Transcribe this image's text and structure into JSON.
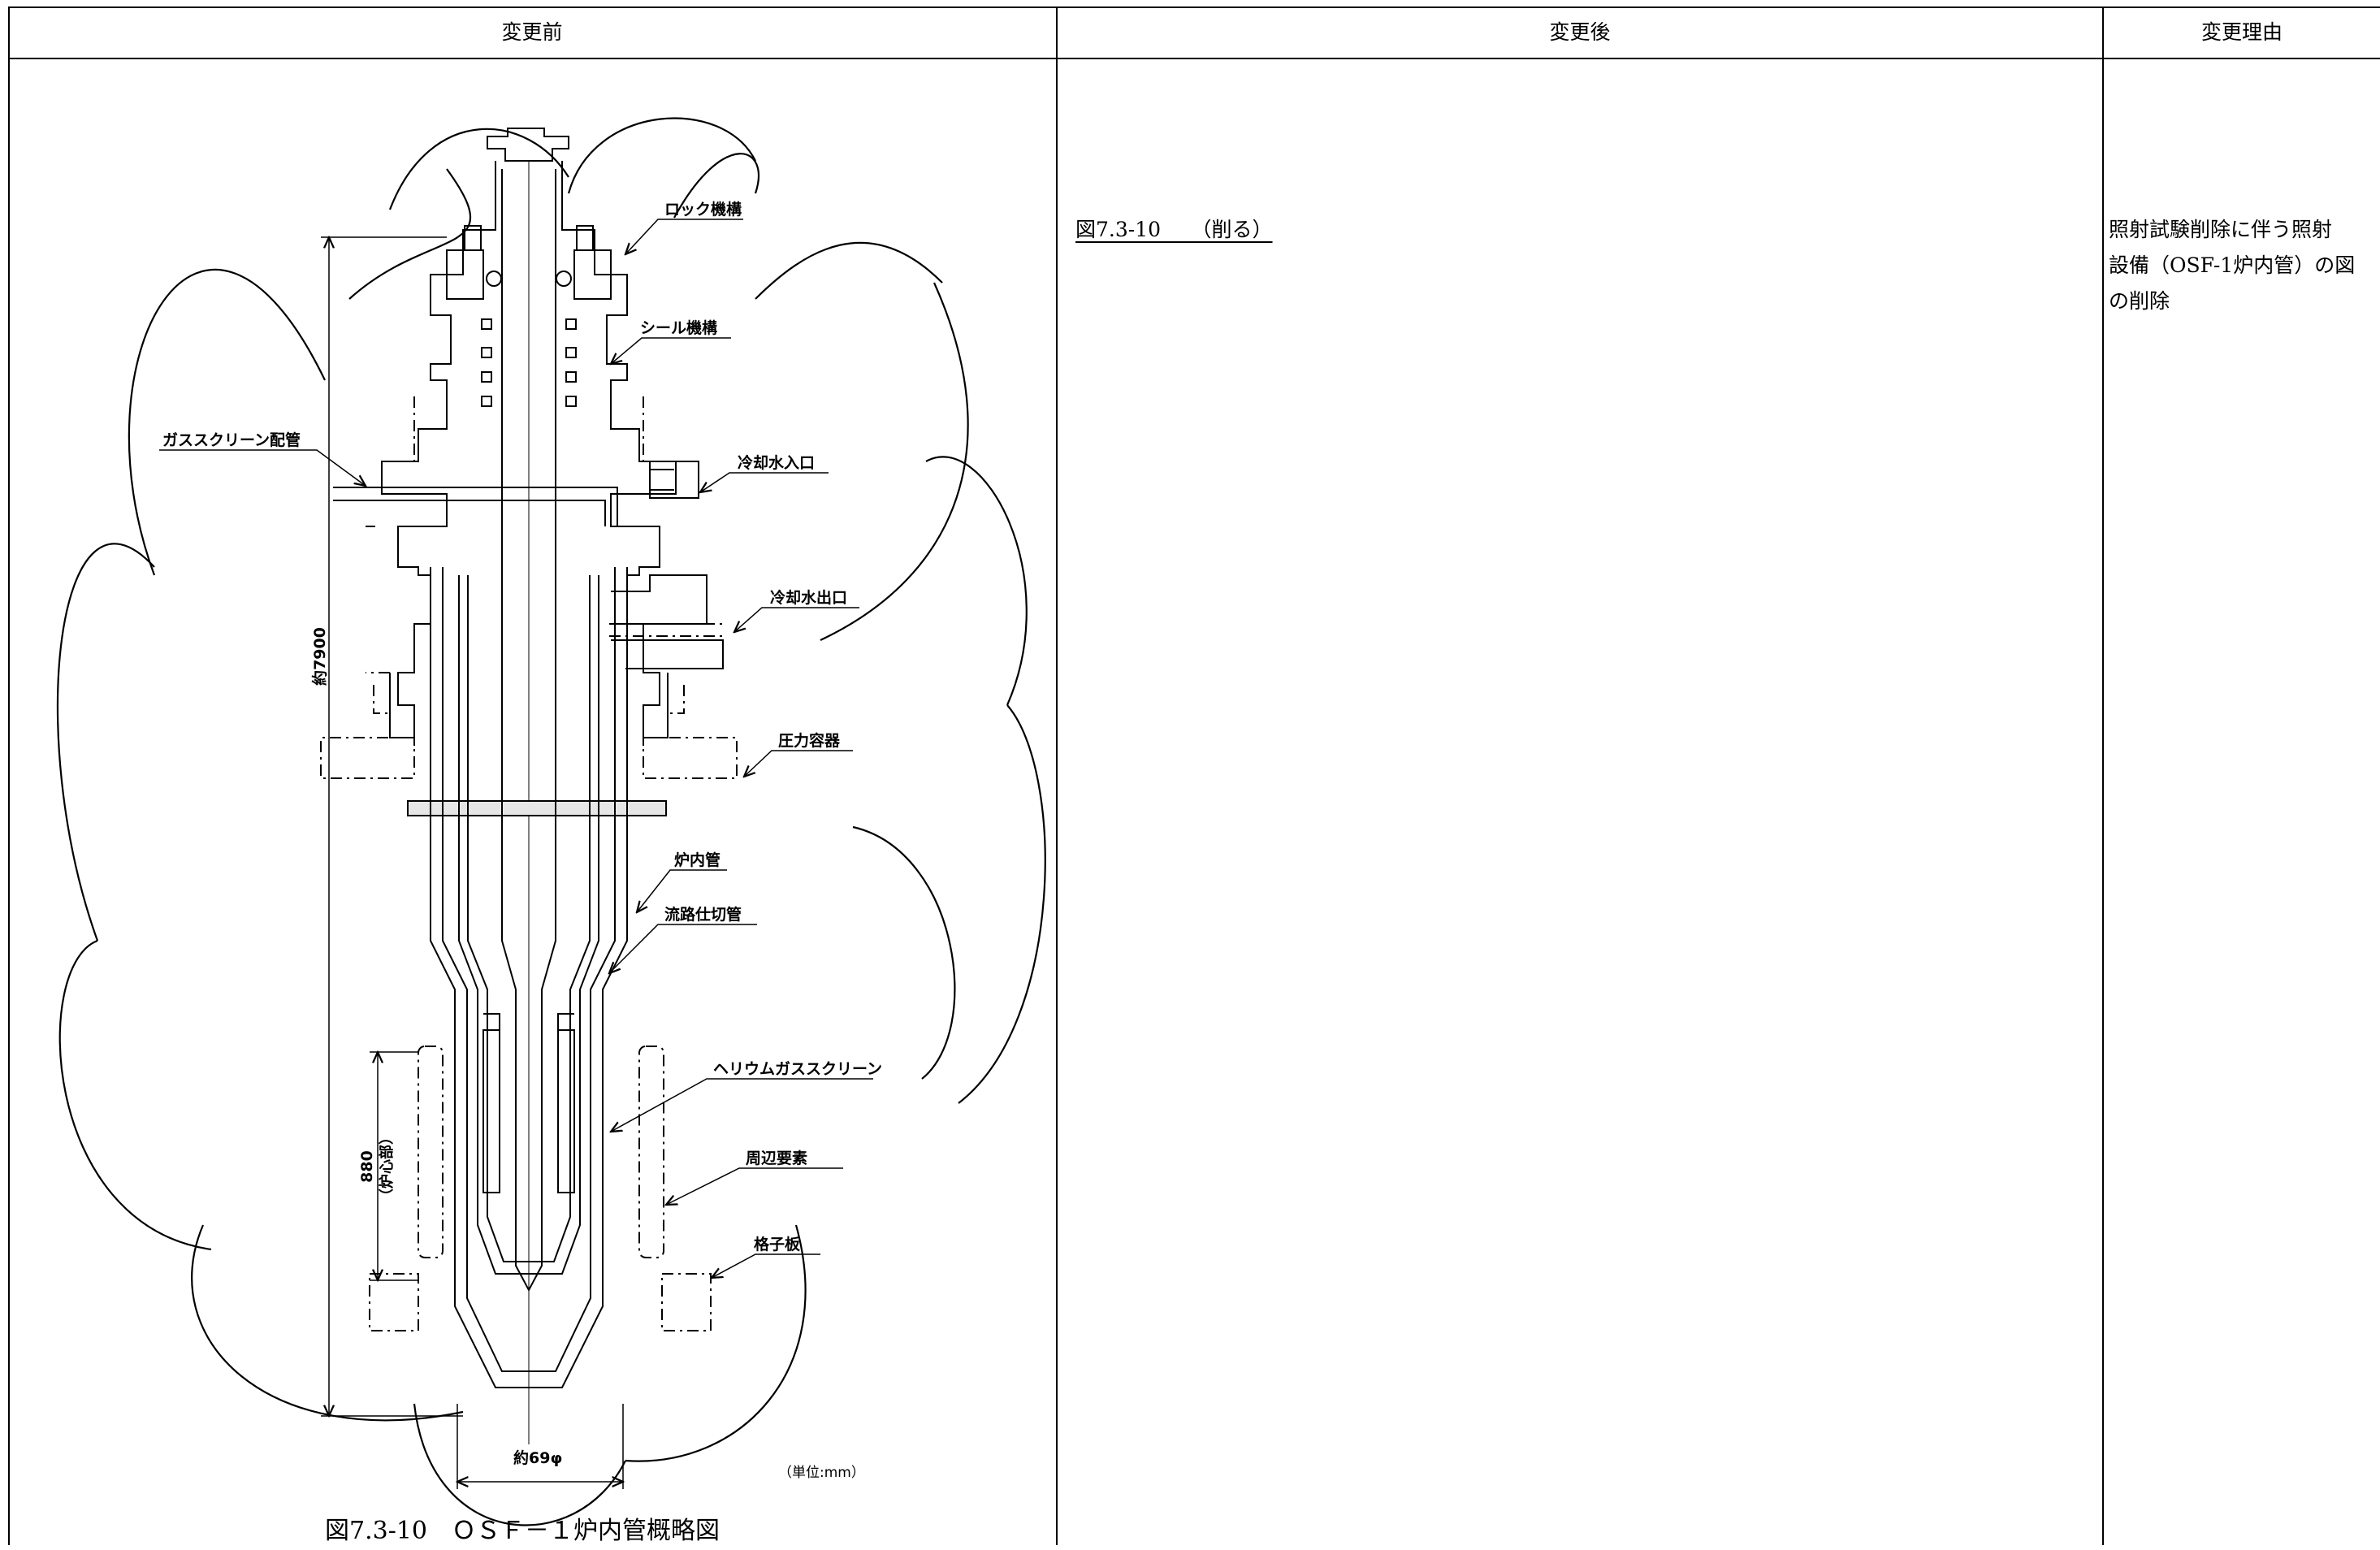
{
  "table": {
    "headers": {
      "before": "変更前",
      "after": "変更後",
      "reason": "変更理由"
    },
    "after_text": "図7.3-10　　（削る）",
    "reason_lines": [
      "照射試験削除に伴う照射",
      "設備（OSF-1炉内管）の図",
      "の削除"
    ]
  },
  "figure": {
    "caption": "図7.3‐10　ＯＳＦ－１炉内管概略図",
    "unit_note": "（単位:mm）",
    "labels": {
      "lock": "ロック機構",
      "seal": "シール機構",
      "gas_screen_pipe": "ガススクリーン配管",
      "coolant_in": "冷却水入口",
      "coolant_out": "冷却水出口",
      "pressure_vessel": "圧力容器",
      "furnace_tube": "炉内管",
      "flow_partition": "流路仕切管",
      "helium_screen": "ヘリウムガススクリーン",
      "peripheral": "周辺要素",
      "grid_plate": "格子板"
    },
    "dimensions": {
      "height": "約7900",
      "core_length": "880",
      "core_note": "（炉心部）",
      "diameter": "約69φ"
    }
  }
}
